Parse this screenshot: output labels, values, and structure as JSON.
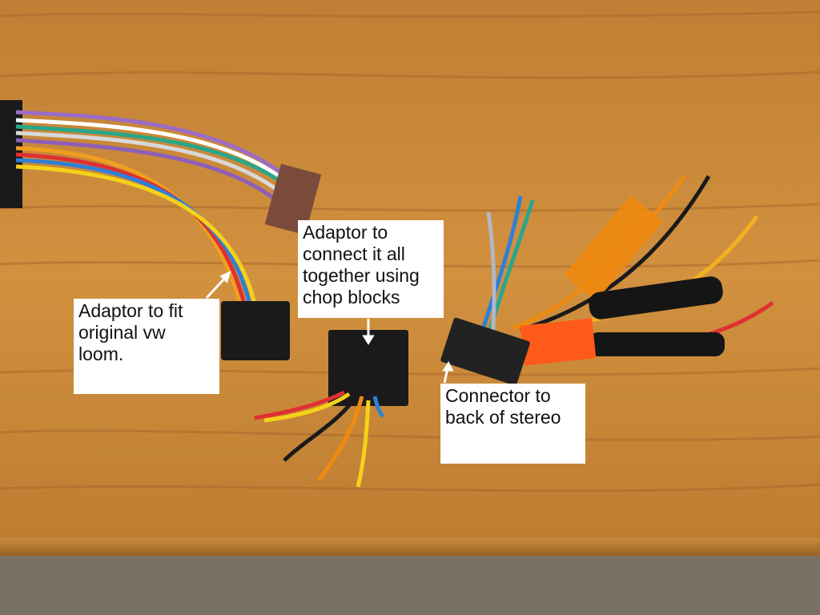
{
  "labels": {
    "vw_adaptor": [
      "Adaptor to fit",
      "original vw",
      "loom."
    ],
    "chop_block_adaptor": [
      "Adaptor to",
      "connect it all",
      "together using",
      "chop blocks"
    ],
    "stereo_connector": [
      "Connector to",
      "back of stereo"
    ]
  },
  "palette": {
    "wood": "#c98a3c",
    "wood_dark": "#a9692a",
    "carpet": "#6b6257",
    "connector": "#1a1a1a",
    "brown_plug": "#7a4a3a",
    "orange_sleeve": "#f08a10",
    "orange_tag": "#ff5a1a"
  }
}
